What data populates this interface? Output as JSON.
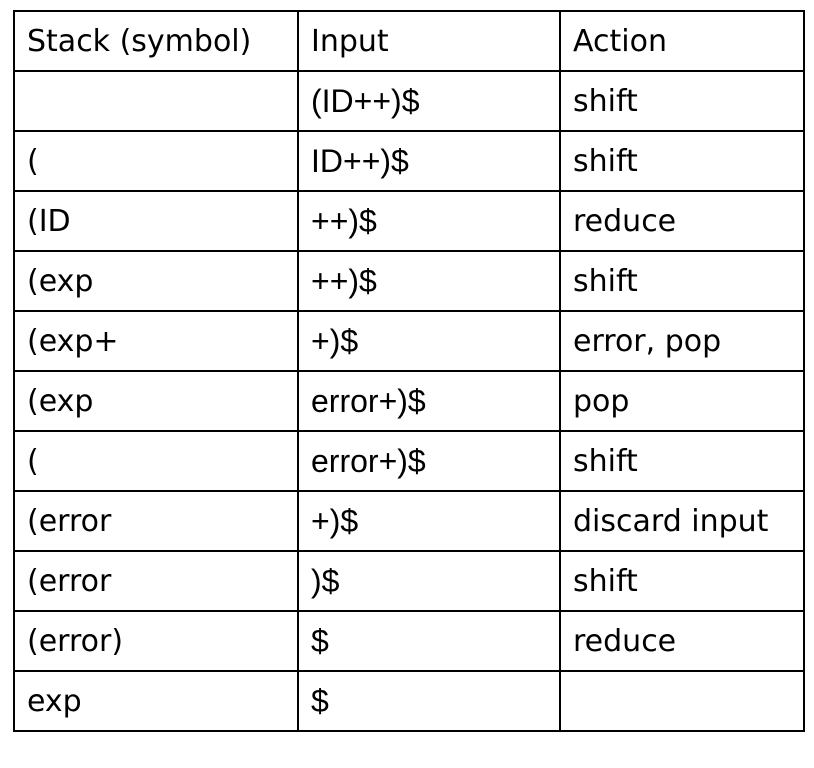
{
  "table": {
    "headers": [
      "Stack (symbol)",
      "Input",
      "Action"
    ],
    "rows": [
      {
        "stack": "",
        "input": "(ID++)$",
        "action": "shift"
      },
      {
        "stack": "(",
        "input": "ID++)$",
        "action": "shift"
      },
      {
        "stack": "(ID",
        "input": "++)$",
        "action": "reduce"
      },
      {
        "stack": "(exp",
        "input": "++)$",
        "action": "shift"
      },
      {
        "stack": "(exp+",
        "input": "+)$",
        "action": "error, pop"
      },
      {
        "stack": "(exp",
        "input": "error+)$",
        "action": "pop"
      },
      {
        "stack": "(",
        "input": "error+)$",
        "action": "shift"
      },
      {
        "stack": "(error",
        "input": "+)$",
        "action": "discard input"
      },
      {
        "stack": "(error",
        "input": ")$",
        "action": "shift"
      },
      {
        "stack": "(error)",
        "input": "$",
        "action": "reduce"
      },
      {
        "stack": "exp",
        "input": "$",
        "action": ""
      }
    ]
  }
}
